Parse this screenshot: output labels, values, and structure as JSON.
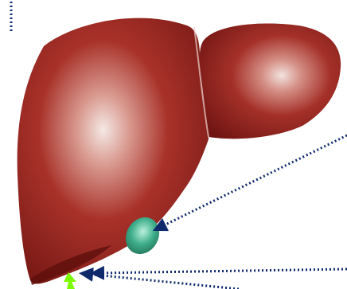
{
  "diagram": {
    "subject": "liver-anterior-view",
    "colors": {
      "liver_dark": "#7a1512",
      "liver_mid": "#a8322a",
      "liver_light": "#f4e8e4",
      "gallbladder": "#3fae8a",
      "gallbladder_light": "#b9f0dc",
      "pointer_blue": "#0e2a6b",
      "pointer_green": "#7CFC00",
      "background": "#ffffff"
    },
    "pointers": [
      {
        "id": "gallbladder-pointer",
        "color": "pointer_blue",
        "style": "dotted-arrow"
      },
      {
        "id": "inferior-margin-pointer",
        "color": "pointer_blue",
        "style": "dotted-arrow"
      },
      {
        "id": "lower-edge-pointer",
        "color": "pointer_blue",
        "style": "dotted-arrow"
      },
      {
        "id": "green-marker-pointer",
        "color": "pointer_green",
        "style": "solid-arrow"
      }
    ],
    "corner_marker": {
      "style": "dotted-vertical-line",
      "color": "pointer_blue"
    }
  }
}
